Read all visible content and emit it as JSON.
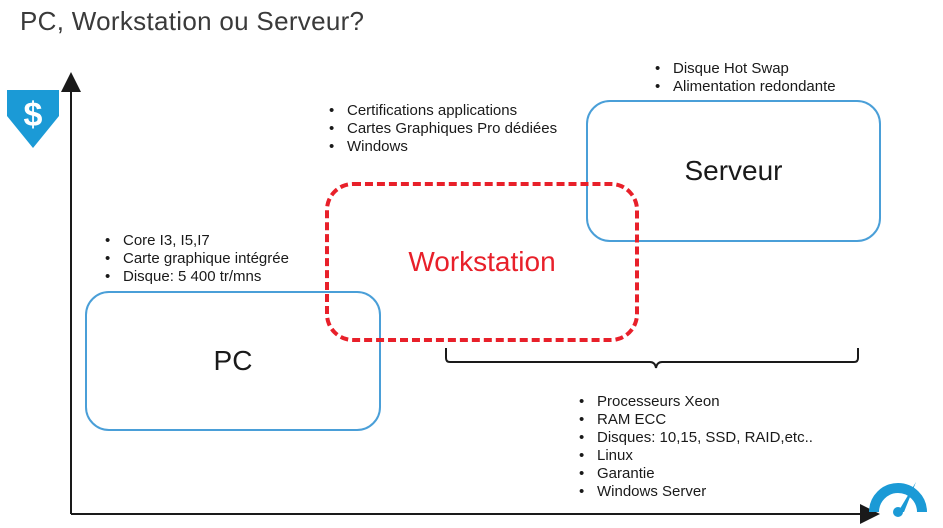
{
  "title": "PC, Workstation ou Serveur?",
  "boxes": {
    "pc": "PC",
    "workstation": "Workstation",
    "serveur": "Serveur"
  },
  "bullets_pc": [
    "Core I3, I5,I7",
    "Carte graphique intégrée",
    "Disque: 5 400 tr/mns"
  ],
  "bullets_workstation": [
    "Certifications applications",
    "Cartes Graphiques Pro dédiées",
    "Windows"
  ],
  "bullets_serveur": [
    "Disque Hot Swap",
    "Alimentation redondante"
  ],
  "bullets_bottom": [
    "Processeurs Xeon",
    "RAM ECC",
    "Disques: 10,15, SSD, RAID,etc..",
    "Linux",
    "Garantie",
    "Windows Server"
  ],
  "icons": {
    "y_axis": "price-down-arrow-icon",
    "x_axis": "speedometer-icon"
  },
  "colors": {
    "accent_blue": "#1b9ad6",
    "box_blue": "#4a9fd8",
    "workstation_red": "#e8202a"
  }
}
